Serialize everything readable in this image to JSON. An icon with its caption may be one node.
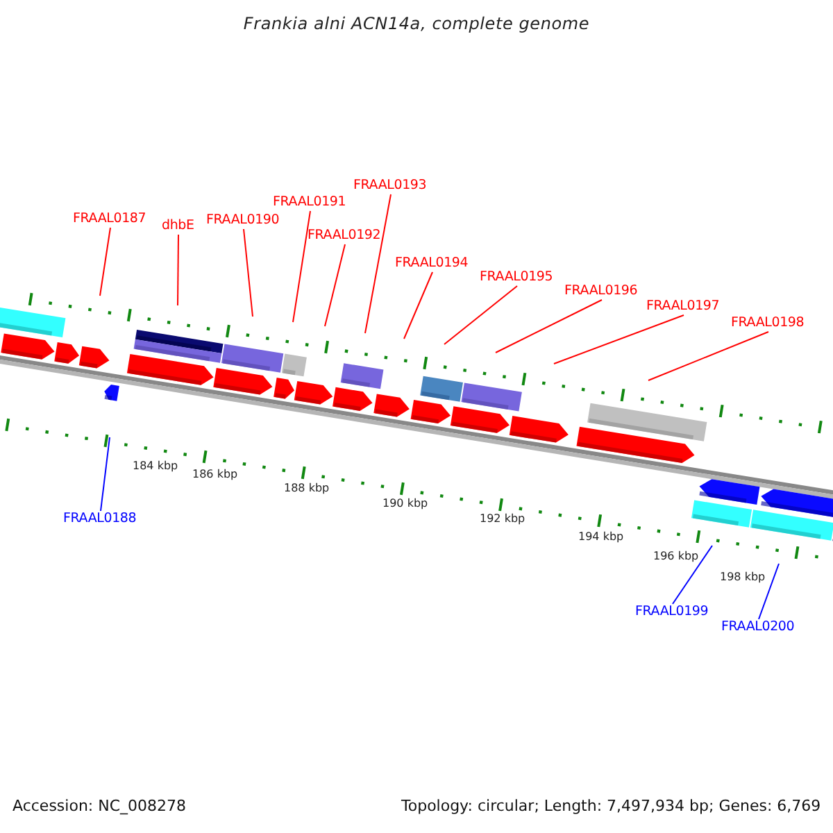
{
  "diagram": {
    "title": "Frankia alni ACN14a, complete genome",
    "nodes": [
      {
        "text": [
          "FRAAL0187"
        ]
      },
      {
        "text": [
          "dhbE"
        ]
      },
      {
        "text": [
          "FRAAL0190"
        ]
      },
      {
        "text": [
          "FRAAL0191"
        ]
      },
      {
        "text": [
          "FRAAL0192"
        ]
      },
      {
        "text": [
          "FRAAL0193"
        ]
      },
      {
        "text": [
          "FRAAL0194"
        ]
      },
      {
        "text": [
          "FRAAL0195"
        ]
      },
      {
        "text": [
          "FRAAL0196"
        ]
      },
      {
        "text": [
          "FRAAL0197"
        ]
      },
      {
        "text": [
          "FRAAL0198"
        ]
      },
      {
        "text": [
          "FRAAL0188"
        ]
      },
      {
        "text": [
          "FRAAL0199"
        ]
      },
      {
        "text": [
          "FRAAL0200"
        ]
      }
    ],
    "edges": [
      {
        "from": 0,
        "to": null,
        "arrow": "none"
      },
      {
        "from": 1,
        "to": null,
        "arrow": "none"
      },
      {
        "from": 2,
        "to": null,
        "arrow": "none"
      },
      {
        "from": 3,
        "to": null,
        "arrow": "none"
      },
      {
        "from": 4,
        "to": null,
        "arrow": "none"
      },
      {
        "from": 5,
        "to": null,
        "arrow": "none"
      },
      {
        "from": 6,
        "to": null,
        "arrow": "none"
      },
      {
        "from": 7,
        "to": null,
        "arrow": "none"
      },
      {
        "from": 8,
        "to": null,
        "arrow": "none"
      },
      {
        "from": 9,
        "to": null,
        "arrow": "none"
      },
      {
        "from": 10,
        "to": null,
        "arrow": "none"
      },
      {
        "from": 11,
        "to": null,
        "arrow": "none",
        "color": "#0000ff"
      },
      {
        "from": 12,
        "to": null,
        "arrow": "none",
        "color": "#0000ff"
      },
      {
        "from": 13,
        "to": null,
        "arrow": "none",
        "color": "#0000ff"
      }
    ],
    "labels": [
      "184 kbp",
      "186 kbp",
      "188 kbp",
      "190 kbp",
      "192 kbp",
      "194 kbp",
      "196 kbp",
      "198 kbp",
      "Accession: NC_008278",
      "Topology: circular; Length: 7,497,934 bp; Genes: 6,769"
    ]
  }
}
